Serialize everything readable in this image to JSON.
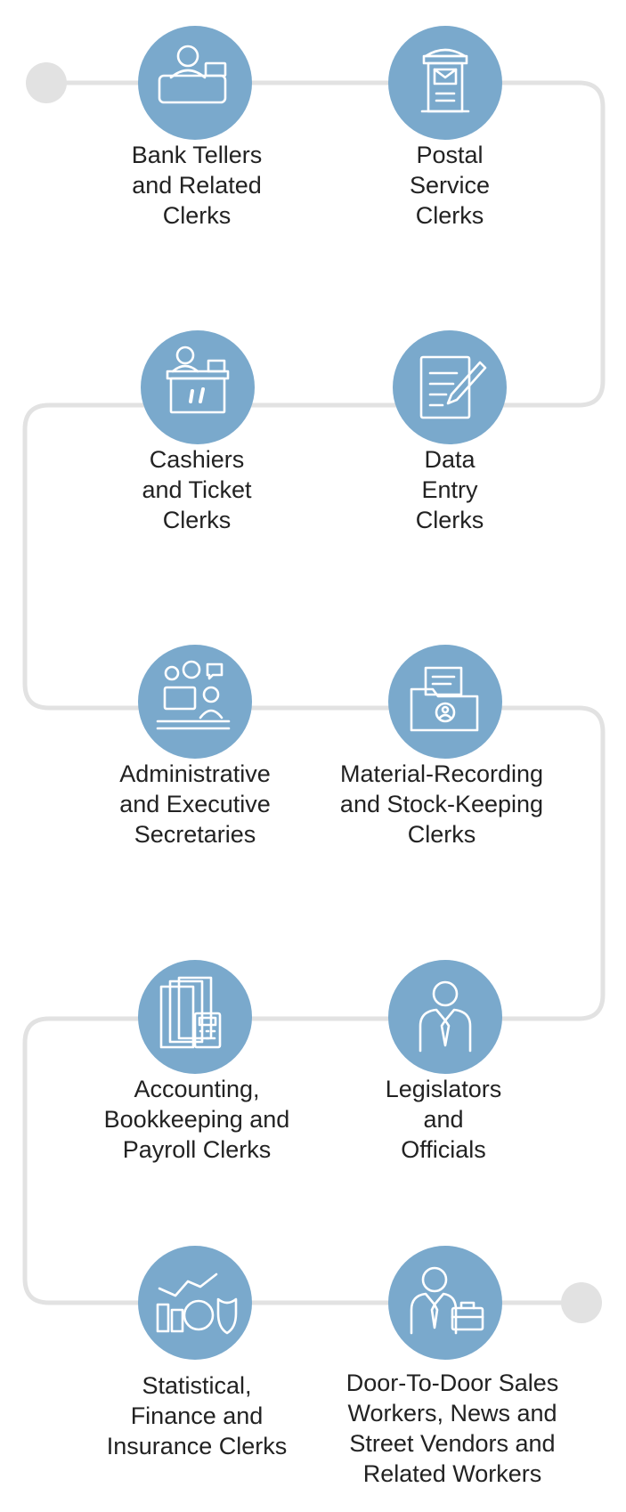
{
  "items": [
    {
      "id": "bank-tellers",
      "icon": "bank-teller-desk-icon",
      "lines": [
        "Bank Tellers",
        "and Related",
        "Clerks"
      ]
    },
    {
      "id": "postal-service",
      "icon": "mailbox-icon",
      "lines": [
        "Postal",
        "Service",
        "Clerks"
      ]
    },
    {
      "id": "data-entry",
      "icon": "document-pen-icon",
      "lines": [
        "Data",
        "Entry",
        "Clerks"
      ]
    },
    {
      "id": "cashiers",
      "icon": "cashier-counter-icon",
      "lines": [
        "Cashiers",
        "and Ticket",
        "Clerks"
      ]
    },
    {
      "id": "administrative",
      "icon": "secretary-gears-icon",
      "lines": [
        "Administrative",
        "and Executive",
        "Secretaries"
      ]
    },
    {
      "id": "material-recording",
      "icon": "folder-documents-icon",
      "lines": [
        "Material-Recording",
        "and Stock-Keeping",
        "Clerks"
      ]
    },
    {
      "id": "legislators",
      "icon": "official-person-tie-icon",
      "lines": [
        "Legislators",
        "and",
        "Officials"
      ]
    },
    {
      "id": "accounting",
      "icon": "ledger-calculator-icon",
      "lines": [
        "Accounting,",
        "Bookkeeping and",
        "Payroll Clerks"
      ]
    },
    {
      "id": "statistical",
      "icon": "finance-chart-shield-icon",
      "lines": [
        "Statistical,",
        "Finance and",
        "Insurance Clerks"
      ]
    },
    {
      "id": "door-to-door",
      "icon": "salesperson-briefcase-icon",
      "lines": [
        "Door-To-Door Sales",
        "Workers, News and",
        "Street Vendors and",
        "Related Workers"
      ]
    }
  ],
  "colors": {
    "circle": "#7aa9cc",
    "path": "#e2e2e2",
    "text": "#222222"
  }
}
